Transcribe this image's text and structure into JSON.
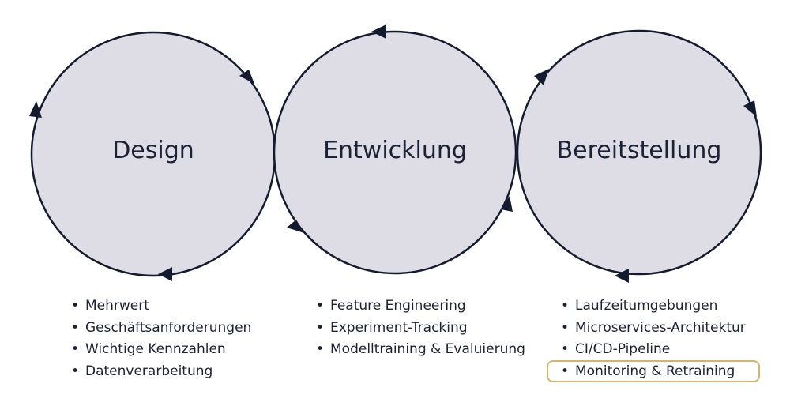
{
  "stages": [
    {
      "title": "Design",
      "items": [
        "Mehrwert",
        "Geschäftsanforderungen",
        "Wichtige Kennzahlen",
        "Datenverarbeitung"
      ]
    },
    {
      "title": "Entwicklung",
      "items": [
        "Feature Engineering",
        "Experiment-Tracking",
        "Modelltraining & Evaluierung"
      ]
    },
    {
      "title": "Bereitstellung",
      "items": [
        "Laufzeitumgebungen",
        "Microservices-Architektur",
        "CI/CD-Pipeline",
        "Monitoring & Retraining"
      ]
    }
  ],
  "highlighted_item": "Monitoring & Retraining",
  "colors": {
    "circle_fill": "#dedde6",
    "circle_stroke": "#141b2e",
    "highlight_border": "#d9b36a"
  }
}
